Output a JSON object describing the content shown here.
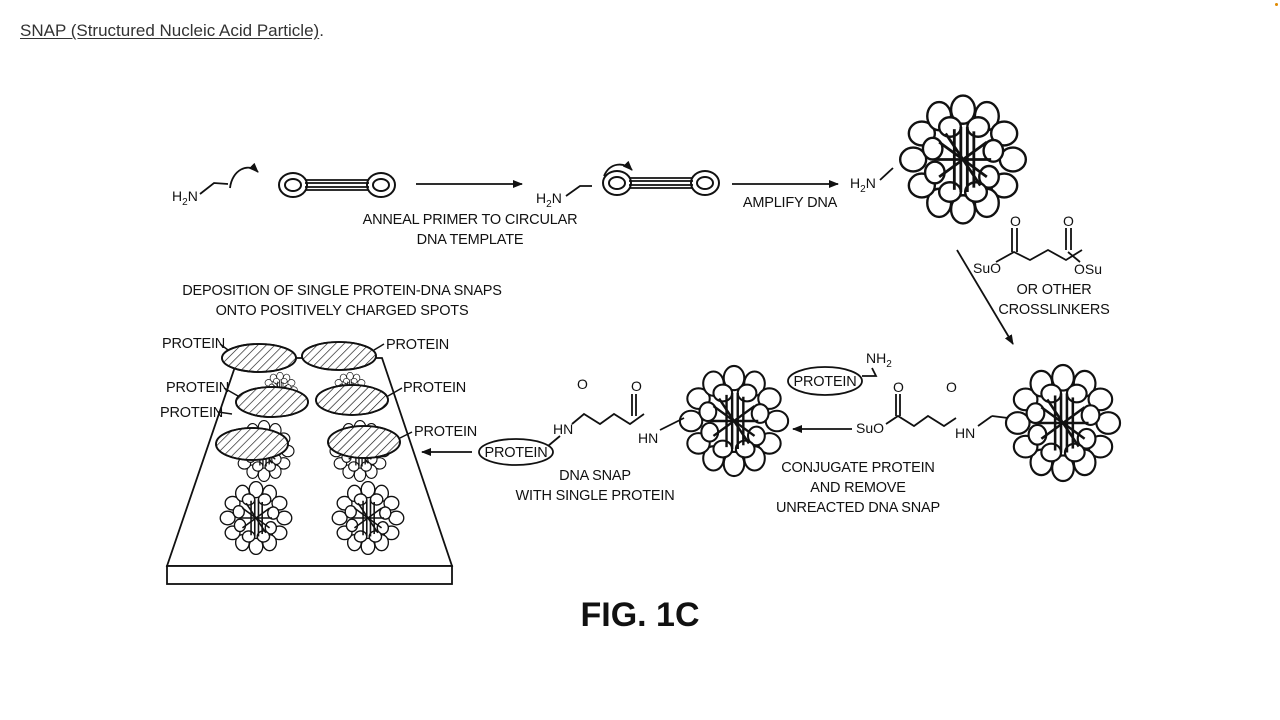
{
  "header": {
    "link_text": "SNAP (Structured Nucleic Acid Particle)",
    "period": "."
  },
  "figure": {
    "caption": "FIG. 1C",
    "step1_label_line1": "ANNEAL PRIMER TO CIRCULAR",
    "step1_label_line2": "DNA TEMPLATE",
    "step2_label": "AMPLIFY DNA",
    "crosslinker_label_line1": "OR OTHER",
    "crosslinker_label_line2": "CROSSLINKERS",
    "conjugate_label_line1": "CONJUGATE PROTEIN",
    "conjugate_label_line2": "AND REMOVE",
    "conjugate_label_line3": "UNREACTED DNA SNAP",
    "product_label_line1": "DNA SNAP",
    "product_label_line2": "WITH SINGLE PROTEIN",
    "deposition_label_line1": "DEPOSITION OF SINGLE PROTEIN-DNA SNAPS",
    "deposition_label_line2": "ONTO POSITIVELY CHARGED SPOTS",
    "protein": "PROTEIN",
    "amine_h": "H",
    "amine_n": "N",
    "sub_2": "2",
    "nh": "NH",
    "hn": "HN",
    "suo": "SuO",
    "osu": "OSu",
    "oxygen": "O"
  }
}
